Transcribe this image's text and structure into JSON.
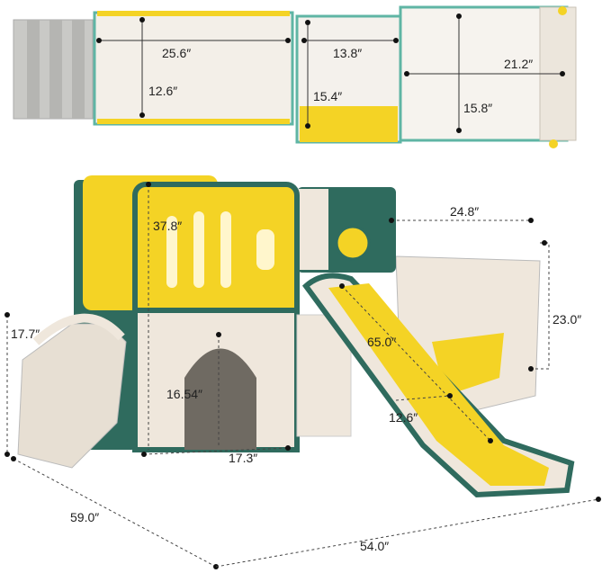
{
  "colors": {
    "yellow": "#f4d325",
    "green": "#2f6b5e",
    "cream": "#efe7dc",
    "gray": "#c9c9c6",
    "teal": "#5fb5a4"
  },
  "top_view": {
    "labels": {
      "width_main": "25.6″",
      "depth_main": "12.6″",
      "width_mid": "13.8″",
      "depth_mid": "15.4″",
      "width_right": "21.2″",
      "depth_right": "15.8″"
    }
  },
  "main_view": {
    "labels": {
      "height_total": "37.8″",
      "width_swing": "24.8″",
      "height_steps": "17.7″",
      "slide_length": "65.0″",
      "height_swing": "23.0″",
      "arch_height": "16.54″",
      "slide_width": "12.6″",
      "arch_width": "17.3″",
      "depth_total": "59.0″",
      "length_total": "54.0″"
    }
  }
}
